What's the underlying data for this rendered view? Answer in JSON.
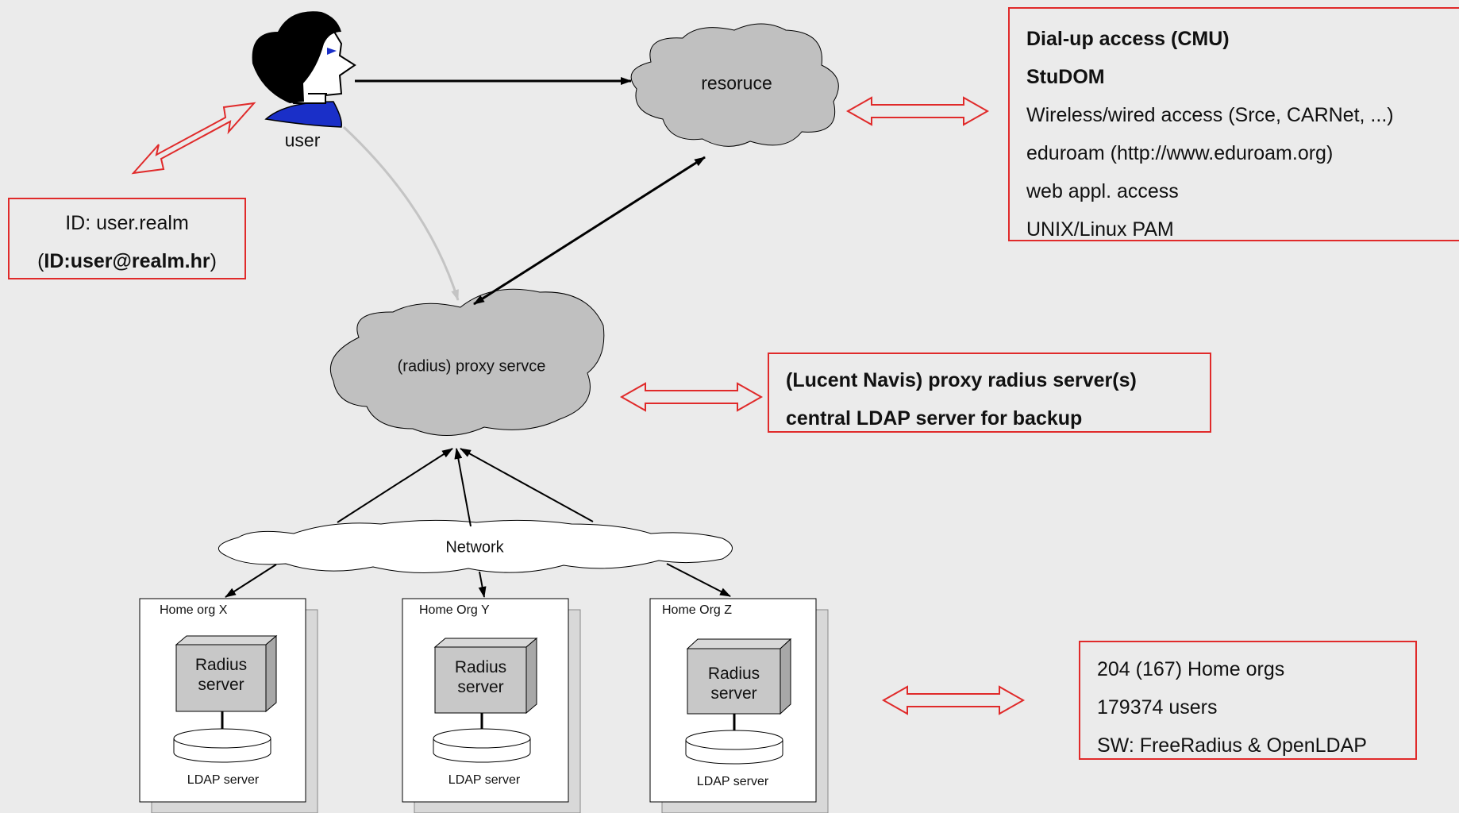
{
  "user": {
    "label": "user"
  },
  "clouds": {
    "resource": "resoruce",
    "proxy": "(radius) proxy servce",
    "network": "Network"
  },
  "id_box": {
    "line1": "ID: user.realm",
    "line2_prefix": "(",
    "line2_bold": "ID:user@realm.hr",
    "line2_suffix": ")"
  },
  "access_box": {
    "lines": [
      {
        "text": "Dial-up access (CMU)",
        "bold": true
      },
      {
        "text": "StuDOM",
        "bold": true
      },
      {
        "text": "Wireless/wired access (Srce, CARNet, ...)",
        "bold": false
      },
      {
        "text": "eduroam (http://www.eduroam.org)",
        "bold": false
      },
      {
        "text": "web appl. access",
        "bold": false
      },
      {
        "text": "UNIX/Linux PAM",
        "bold": false
      }
    ]
  },
  "proxy_box": {
    "lines": [
      {
        "text": "(Lucent Navis) proxy radius server(s)",
        "bold": true
      },
      {
        "text": "central LDAP server for backup",
        "bold": true
      }
    ]
  },
  "home_orgs": [
    {
      "title": "Home org X",
      "server": "Radius server",
      "ldap": "LDAP server"
    },
    {
      "title": "Home Org Y",
      "server": "Radius server",
      "ldap": "LDAP server"
    },
    {
      "title": "Home Org Z",
      "server": "Radius server",
      "ldap": "LDAP server"
    }
  ],
  "stats_box": {
    "lines": [
      {
        "text": "204 (167)  Home orgs",
        "bold": false
      },
      {
        "text": "179374 users",
        "bold": false
      },
      {
        "text": "SW: FreeRadius & OpenLDAP",
        "bold": false
      }
    ]
  },
  "colors": {
    "background": "#ebebeb",
    "red_outline": "#e02a2a",
    "cloud_fill": "#c0c0c0",
    "server_fill": "#c8c8c8",
    "user_shirt": "#1a2fc8"
  }
}
